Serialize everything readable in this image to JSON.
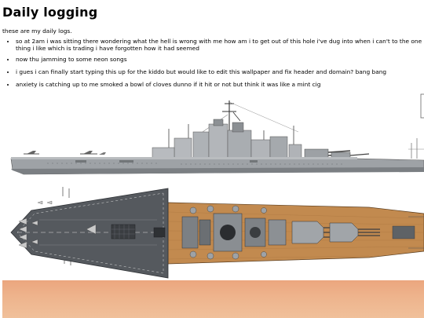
{
  "page": {
    "title": "Daily logging",
    "intro": "these are my daily logs."
  },
  "logs": [
    "so at 2am i was sitting there wondering what the hell is wrong with me how am i to get out of this hole i've dug into when i can't to the one thing i like which is trading i have forgotten how it had seemed",
    "now thu jamming to some neon songs",
    "i gues i can finally start typing this up for the kiddo but would like to edit this wallpaper and fix header and domain? bang bang",
    "anxiety is catching up to me smoked a bowl of cloves dunno if it hit or not but think it was like a mint cig"
  ],
  "colors": {
    "hull": "#9ea2a6",
    "deck_wood": "#c28a4f",
    "flight_deck": "#55595e",
    "sunset": "#eda882"
  }
}
